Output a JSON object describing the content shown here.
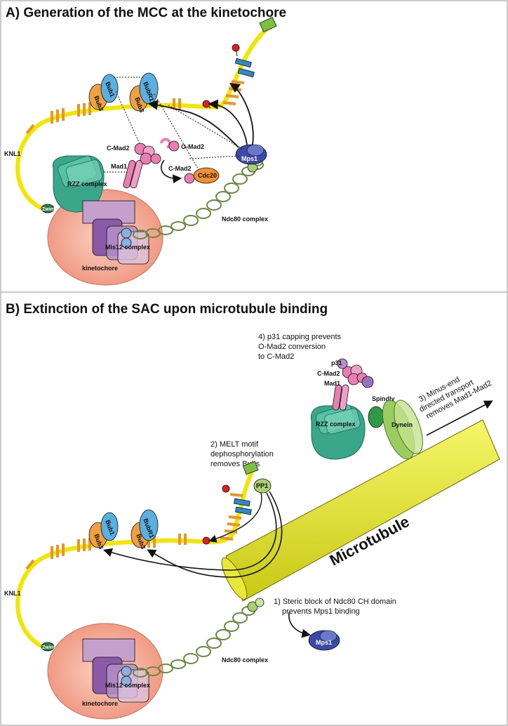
{
  "panel_a": {
    "title": "A) Generation of the MCC at the kinetochore",
    "labels": {
      "knl1": "KNL1",
      "zwint": "Zwint",
      "rzz": "RZZ complex",
      "mad1": "Mad1",
      "c_mad2": "C-Mad2",
      "o_mad2": "O-Mad2",
      "c_mad2_cdc20": "C-Mad2",
      "cdc20": "Cdc20",
      "mps1": "Mps1",
      "ndc80": "Ndc80 complex",
      "mis12": "Mis12 complex",
      "kinetochore": "kinetochore",
      "bub1": "Bub1",
      "bub3_left": "Bub3",
      "bubr1": "BubR1",
      "bub3_right": "Bub3"
    }
  },
  "panel_b": {
    "title": "B) Extinction of the SAC upon microtubule binding",
    "notes": {
      "step4_line1": "4) p31 capping prevents",
      "step4_line2": "O-Mad2 conversion",
      "step4_line3": "to C-Mad2",
      "step3_line1": "3) Minus-end",
      "step3_line2": "directed transport",
      "step3_line3": "removes Mad1-Mad2",
      "step2_line1": "2) MELT motif",
      "step2_line2": "dephosphorylation",
      "step2_line3": "removes Bubs",
      "step1_line1": "1) Steric block of Ndc80 CH domain",
      "step1_line2": "prevents Mps1 binding"
    },
    "labels": {
      "p31": "p31",
      "c_mad2": "C-Mad2",
      "mad1": "Mad1",
      "spindly": "Spindly",
      "rzz": "RZZ complex",
      "dynein": "Dynein",
      "microtubule": "Microtubule",
      "pp1": "PP1",
      "bub1": "Bub1",
      "bub3_left": "Bub3",
      "bubr1": "BubR1",
      "bub3_right": "Bub3",
      "knl1": "KNL1",
      "zwint": "Zwint",
      "ndc80": "Ndc80 complex",
      "mis12": "Mis12 complex",
      "kinetochore": "kinetochore",
      "mps1": "Mps1"
    }
  },
  "colors": {
    "knl1": "#f2e600",
    "melt": "#e8962a",
    "kinetochore": "#f4a590",
    "rzz": "#3aa68a",
    "mad": "#e87fb0",
    "mps1": "#3b4aa8",
    "bub1": "#5ab0e0",
    "bub3": "#f0a040",
    "cdc20": "#f09030",
    "ndc80": "#a8c878",
    "microtubule": "#dede20",
    "dynein": "#9ccc60",
    "mis12": "#8a5aa8",
    "phospho": "#e02020"
  }
}
